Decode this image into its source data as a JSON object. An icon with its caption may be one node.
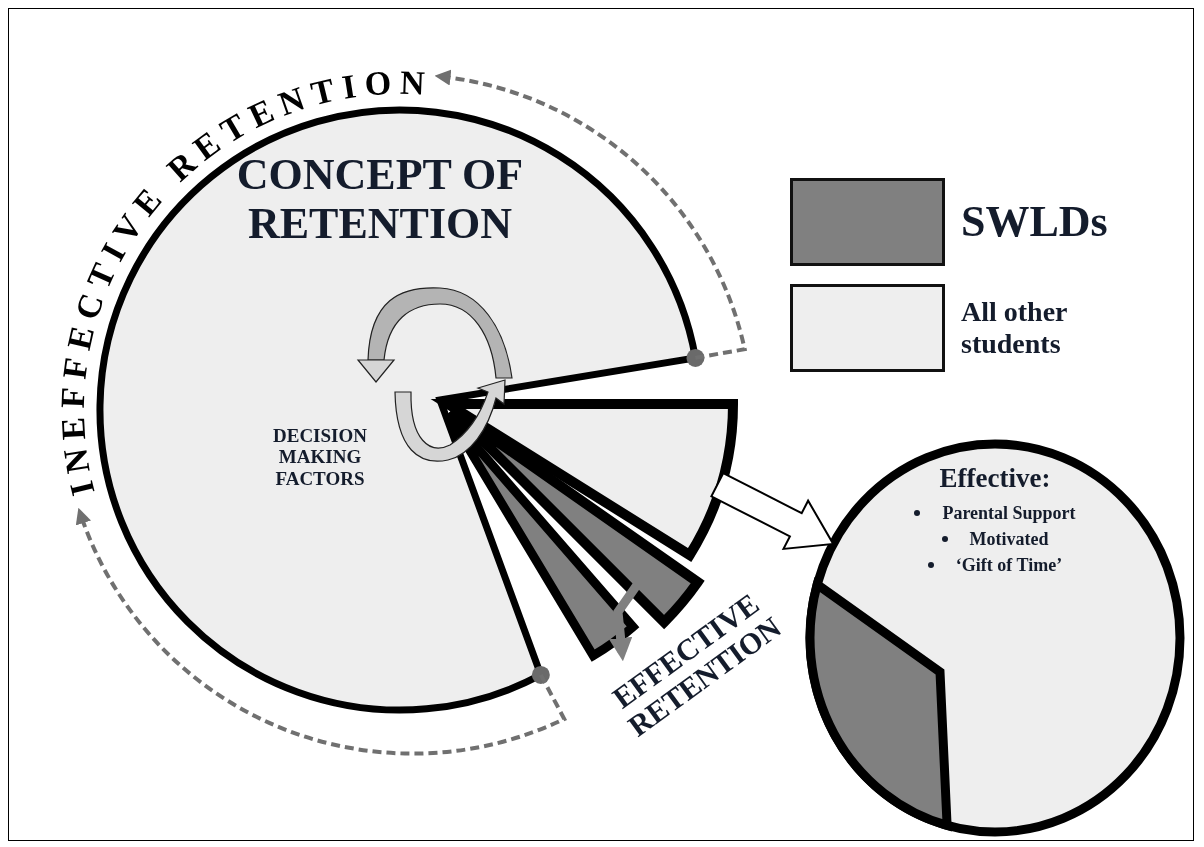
{
  "diagram": {
    "nodes": [
      {
        "text": [
          "CONCEPT OF RETENTION",
          "DECISION MAKING FACTORS"
        ]
      },
      {
        "text": [
          "Effective:",
          "Parental Support",
          "Motivated",
          "‘Gift of Time’"
        ]
      },
      {
        "text": [
          "INEFFECTIVE RETENTION"
        ]
      },
      {
        "text": [
          "EFFECTIVE RETENTION"
        ]
      }
    ],
    "edges": [
      {
        "from": 0,
        "to": 2,
        "arrow": "to",
        "style": "dashed",
        "color": "#707070"
      },
      {
        "from": 0,
        "to": 2,
        "arrow": "to",
        "style": "dashed",
        "color": "#707070"
      },
      {
        "from": 0,
        "to": 1,
        "arrow": "to"
      },
      {
        "from": 0,
        "to": 3,
        "arrow": "to",
        "style": "thick",
        "color": "#808080"
      }
    ],
    "legend": [
      {
        "text": "SWLDs",
        "color": "#808080"
      },
      {
        "text": "All other students",
        "color": "#eeeeee"
      }
    ]
  }
}
